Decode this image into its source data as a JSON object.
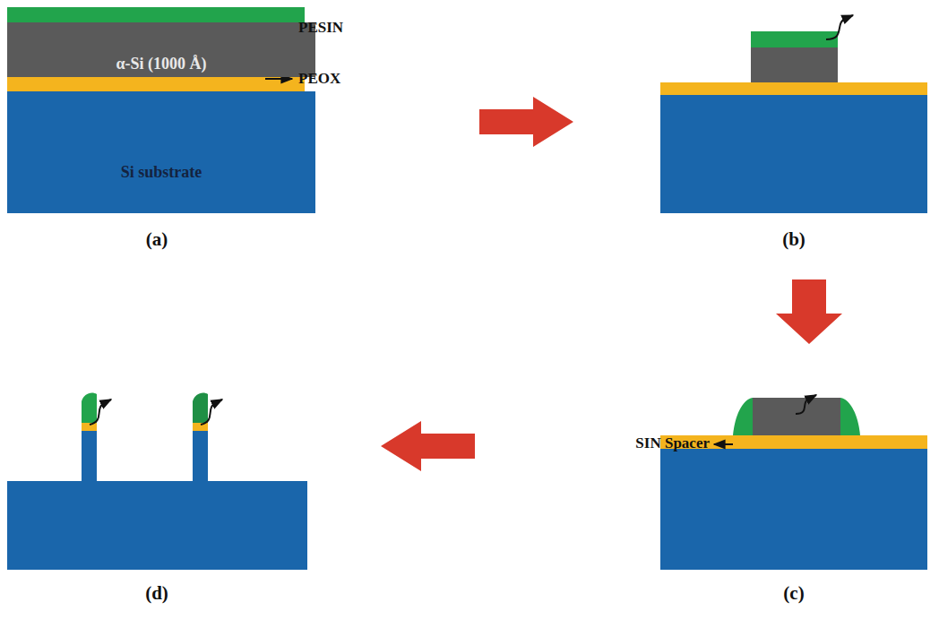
{
  "diagram": {
    "nodes": [
      {
        "text": [
          "Si substrate"
        ]
      },
      {
        "text": [
          "α-Si (1000 Å)"
        ]
      }
    ],
    "labels": [
      "PESIN",
      "PEOX",
      "(a)",
      "(b)",
      "SIN Spacer",
      "(c)",
      "(d)"
    ]
  }
}
